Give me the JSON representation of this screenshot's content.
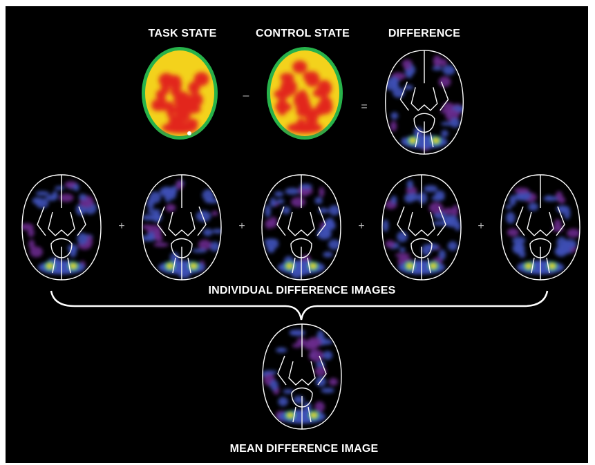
{
  "labels": {
    "task_state": "TASK STATE",
    "control_state": "CONTROL STATE",
    "difference": "DIFFERENCE",
    "individual": "INDIVIDUAL DIFFERENCE IMAGES",
    "mean": "MEAN DIFFERENCE IMAGE"
  },
  "operators": {
    "minus": "–",
    "equals": "=",
    "plus": "+"
  },
  "colors": {
    "background": "#000000",
    "pet_green": "#27b24a",
    "pet_yellow": "#f3d21c",
    "pet_red": "#e2261c",
    "diff_blue": "#3d4fb5",
    "diff_purple": "#6a2a8c",
    "outline": "#ffffff"
  }
}
